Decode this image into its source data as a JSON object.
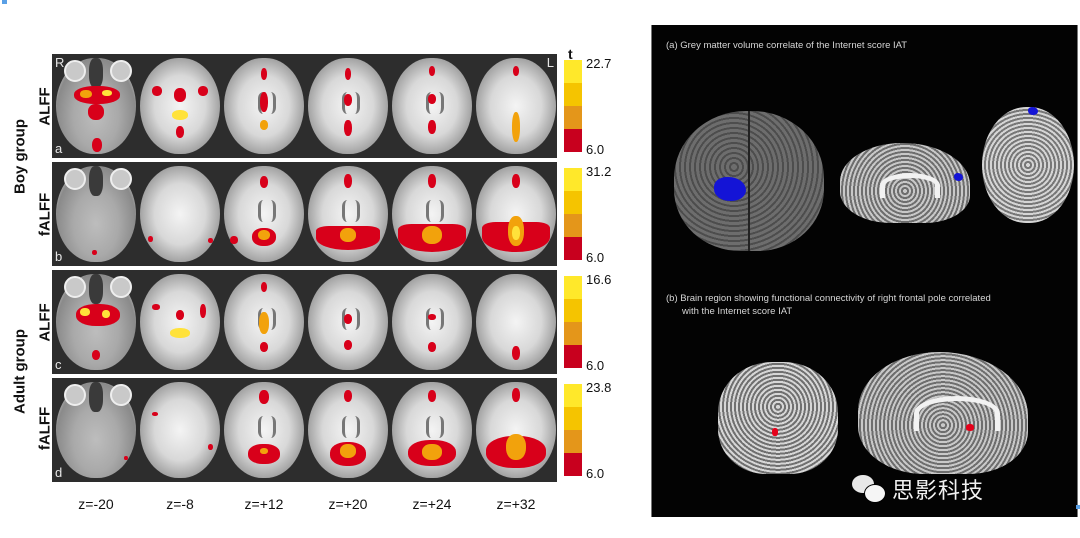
{
  "left_figure": {
    "orientation": {
      "right": "R",
      "left": "L"
    },
    "colorbar_title": "t",
    "groups": [
      {
        "label": "Boy group",
        "rows": [
          {
            "label": "ALFF",
            "panel": "a",
            "t_max": "22.7",
            "t_min": "6.0"
          },
          {
            "label": "fALFF",
            "panel": "b",
            "t_max": "31.2",
            "t_min": "6.0"
          }
        ]
      },
      {
        "label": "Adult group",
        "rows": [
          {
            "label": "ALFF",
            "panel": "c",
            "t_max": "16.6",
            "t_min": "6.0"
          },
          {
            "label": "fALFF",
            "panel": "d",
            "t_max": "23.8",
            "t_min": "6.0"
          }
        ]
      }
    ],
    "slices": [
      "z=-20",
      "z=-8",
      "z=+12",
      "z=+20",
      "z=+24",
      "z=+32"
    ],
    "colormap": [
      "#ffe82a",
      "#f5c400",
      "#e4961a",
      "#c8001e"
    ]
  },
  "right_figure": {
    "caption_a": "(a) Grey matter volume correlate of the Internet score IAT",
    "caption_b_line1": "(b) Brain region showing functional connectivity of right frontal pole correlated",
    "caption_b_line2": "with the Internet score IAT",
    "highlight_colors": {
      "a": "#1414d6",
      "b": "#e5001a"
    }
  },
  "watermark": {
    "icon": "wechat-icon",
    "text": "思影科技"
  }
}
